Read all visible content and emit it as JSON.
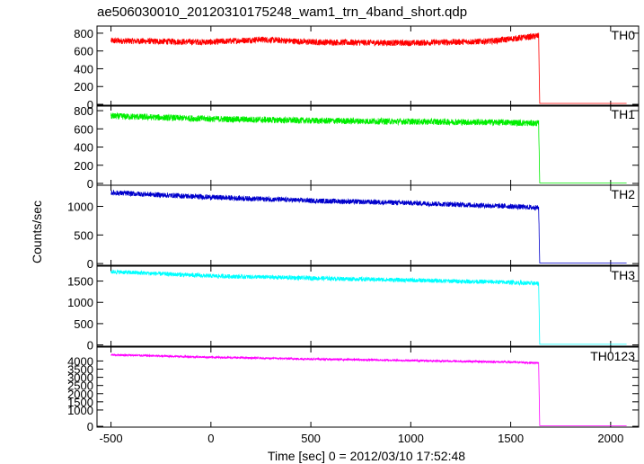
{
  "chart_data": {
    "type": "line",
    "title": "ae506030010_20120310175248_wam1_trn_4band_short.qdp",
    "xlabel": "Time [sec] 0 = 2012/03/10 17:52:48",
    "ylabel": "Counts/sec",
    "xlim": [
      -570,
      2140
    ],
    "xticks": [
      -500,
      0,
      500,
      1000,
      1500,
      2000
    ],
    "grid": false,
    "panels": [
      {
        "name": "TH0",
        "color": "#ff0000",
        "ylim": [
          -20,
          880
        ],
        "yticks": [
          0,
          200,
          400,
          600,
          800
        ],
        "series": [
          {
            "x": -500,
            "y": 715
          },
          {
            "x": 0,
            "y": 700
          },
          {
            "x": 250,
            "y": 730
          },
          {
            "x": 500,
            "y": 700
          },
          {
            "x": 1000,
            "y": 690
          },
          {
            "x": 1400,
            "y": 710
          },
          {
            "x": 1600,
            "y": 760
          },
          {
            "x": 1640,
            "y": 770
          },
          {
            "x": 1645,
            "y": 10
          },
          {
            "x": 2080,
            "y": 10
          }
        ],
        "noise": 35
      },
      {
        "name": "TH1",
        "color": "#00ee00",
        "ylim": [
          -20,
          860
        ],
        "yticks": [
          0,
          200,
          400,
          600,
          800
        ],
        "series": [
          {
            "x": -500,
            "y": 740
          },
          {
            "x": 0,
            "y": 710
          },
          {
            "x": 500,
            "y": 690
          },
          {
            "x": 1000,
            "y": 680
          },
          {
            "x": 1500,
            "y": 670
          },
          {
            "x": 1640,
            "y": 660
          },
          {
            "x": 1645,
            "y": 5
          },
          {
            "x": 2080,
            "y": 5
          }
        ],
        "noise": 35
      },
      {
        "name": "TH2",
        "color": "#0000cc",
        "ylim": [
          -30,
          1370
        ],
        "yticks": [
          0,
          500,
          1000
        ],
        "series": [
          {
            "x": -500,
            "y": 1240
          },
          {
            "x": 0,
            "y": 1160
          },
          {
            "x": 500,
            "y": 1100
          },
          {
            "x": 1000,
            "y": 1060
          },
          {
            "x": 1500,
            "y": 1000
          },
          {
            "x": 1640,
            "y": 975
          },
          {
            "x": 1645,
            "y": 10
          },
          {
            "x": 2080,
            "y": 10
          }
        ],
        "noise": 45
      },
      {
        "name": "TH3",
        "color": "#00ffff",
        "ylim": [
          -30,
          1850
        ],
        "yticks": [
          0,
          500,
          1000,
          1500
        ],
        "series": [
          {
            "x": -500,
            "y": 1720
          },
          {
            "x": 0,
            "y": 1620
          },
          {
            "x": 500,
            "y": 1570
          },
          {
            "x": 1000,
            "y": 1520
          },
          {
            "x": 1500,
            "y": 1470
          },
          {
            "x": 1640,
            "y": 1440
          },
          {
            "x": 1645,
            "y": 15
          },
          {
            "x": 2080,
            "y": 15
          }
        ],
        "noise": 50
      },
      {
        "name": "TH0123",
        "color": "#ff00ff",
        "ylim": [
          -50,
          4850
        ],
        "yticks": [
          0,
          1000,
          1500,
          2000,
          2500,
          3000,
          3500,
          4000
        ],
        "ytick_labels": [
          "0",
          "1000",
          "1500",
          "2000",
          "2500",
          "3000",
          "3500",
          "4000"
        ],
        "series": [
          {
            "x": -500,
            "y": 4380
          },
          {
            "x": 0,
            "y": 4230
          },
          {
            "x": 500,
            "y": 4120
          },
          {
            "x": 1000,
            "y": 4030
          },
          {
            "x": 1500,
            "y": 3930
          },
          {
            "x": 1640,
            "y": 3880
          },
          {
            "x": 1645,
            "y": 40
          },
          {
            "x": 2080,
            "y": 40
          }
        ],
        "noise": 60
      }
    ]
  }
}
